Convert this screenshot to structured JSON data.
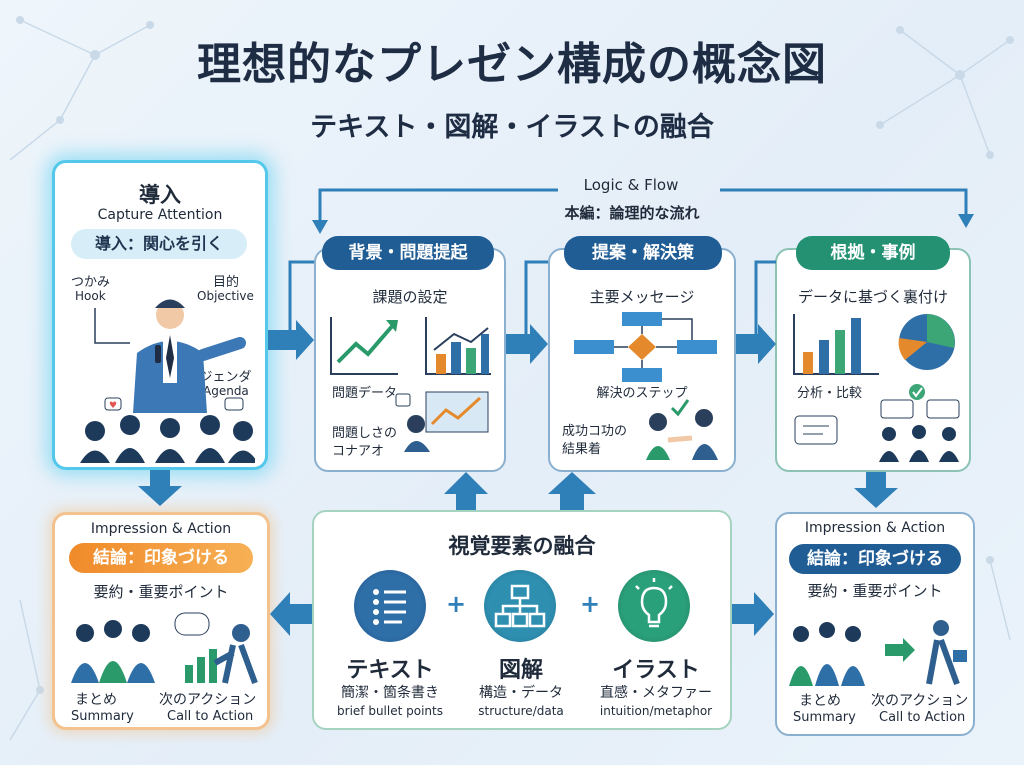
{
  "header": {
    "title": "理想的なプレゼン構成の概念図",
    "subtitle": "テキスト・図解・イラストの融合"
  },
  "flow": {
    "label_en": "Logic & Flow",
    "label_jp": "本編：論理的な流れ"
  },
  "intro": {
    "title": "導入",
    "subtitle": "Capture Attention",
    "pill": "導入：関心を引く",
    "hook_jp": "つかみ",
    "hook_en": "Hook",
    "objective_jp": "目的",
    "objective_en": "Objective",
    "agenda_jp": "アジェンダ",
    "agenda_en": "Agenda"
  },
  "background": {
    "pill": "背景・問題提起",
    "heading": "課題の設定",
    "label_data": "問題データ",
    "label_issue_l1": "問題しさの",
    "label_issue_l2": "コナアオ"
  },
  "proposal": {
    "pill": "提案・解決策",
    "heading": "主要メッセージ",
    "label_steps": "解決のステップ",
    "label_result_l1": "成功コ功の",
    "label_result_l2": "結果着"
  },
  "evidence": {
    "pill": "根拠・事例",
    "heading": "データに基づく裏付け",
    "label_analysis": "分析・比較"
  },
  "visual": {
    "title": "視覚要素の融合",
    "plus": "+",
    "items": [
      {
        "jp": "テキスト",
        "sub": "簡潔・箇条書き",
        "en": "brief bullet points",
        "icon": "bullet-list-icon"
      },
      {
        "jp": "図解",
        "sub": "構造・データ",
        "en": "structure/data",
        "icon": "org-chart-icon"
      },
      {
        "jp": "イラスト",
        "sub": "直感・メタファー",
        "en": "intuition/metaphor",
        "icon": "lightbulb-icon"
      }
    ]
  },
  "conclusion_left": {
    "title": "Impression & Action",
    "pill": "結論：印象づける",
    "heading": "要約・重要ポイント",
    "summary_jp": "まとめ",
    "summary_en": "Summary",
    "action_jp": "次のアクション",
    "action_en": "Call to Action"
  },
  "conclusion_right": {
    "title": "Impression & Action",
    "pill": "結論：印象づける",
    "heading": "要約・重要ポイント",
    "summary_jp": "まとめ",
    "summary_en": "Summary",
    "action_jp": "次のアクション",
    "action_en": "Call to Action"
  },
  "colors": {
    "navy": "#215d95",
    "teal": "#239172",
    "cyan": "#53c8ea",
    "orange": "#f08a2a",
    "arrow": "#2f7fb8"
  }
}
